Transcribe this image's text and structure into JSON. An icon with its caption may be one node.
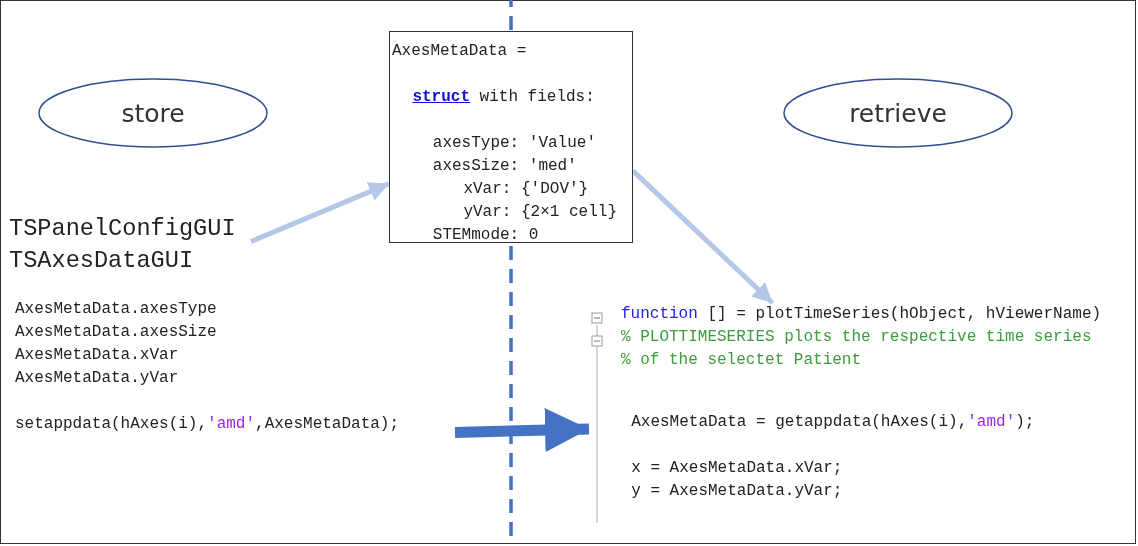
{
  "diagram": {
    "nodes": [
      {
        "text": [
          "store"
        ]
      },
      {
        "text": [
          "AxesMetaData =",
          "**struct** with fields:",
          "axesType: 'Value'",
          "axesSize: 'med'",
          "xVar: {'DOV'}",
          "yVar: {2×1 cell}",
          "STEMmode: 0"
        ]
      },
      {
        "text": [
          "retrieve"
        ]
      },
      {
        "text": [
          "TSPanelConfigGUI",
          "TSAxesDataGUI"
        ]
      },
      {
        "text": [
          "AxesMetaData.axesType",
          "AxesMetaData.axesSize",
          "AxesMetaData.xVar",
          "AxesMetaData.yVar",
          "setappdata(hAxes(i),'amd',AxesMetaData);"
        ]
      },
      {
        "text": [
          "function [] = plotTimeSeries(hObject, hViewerName)",
          "% PLOTTIMESERIES plots the respective time series",
          "% of the selectet Patient",
          "AxesMetaData = getappdata(hAxes(i),'amd');",
          "x = AxesMetaData.xVar;",
          "y = AxesMetaData.yVar;"
        ]
      }
    ],
    "edges": [
      {
        "from": 3,
        "to": 1,
        "arrow": "to"
      },
      {
        "from": 1,
        "to": 5,
        "arrow": "to"
      },
      {
        "from": 4,
        "to": 5,
        "arrow": "to",
        "style": "thick",
        "color": "#4472c4"
      }
    ]
  }
}
